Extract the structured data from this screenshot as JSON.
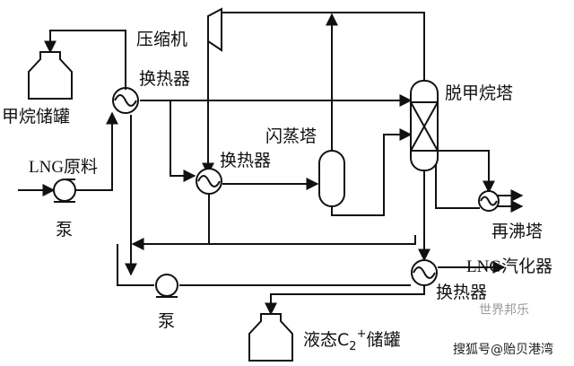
{
  "labels": {
    "compressor": "压缩机",
    "hx_top": "换热器",
    "methane_tank": "甲烷储罐",
    "lng_feed": "LNG原料",
    "pump_left": "泵",
    "hx_mid": "换热器",
    "flash_tower": "闪蒸塔",
    "demethanizer": "脱甲烷塔",
    "reboiler": "再沸塔",
    "lng_vaporizer": "LNG汽化器",
    "hx_bottom": "换热器",
    "pump_bottom": "泵",
    "c2_tank_prefix": "液态C",
    "c2_tank_sub": "2",
    "c2_tank_sup": "+",
    "c2_tank_suffix": "储罐"
  },
  "watermarks": {
    "faint": "世界邦乐",
    "source": "搜狐号@贻贝港湾"
  }
}
